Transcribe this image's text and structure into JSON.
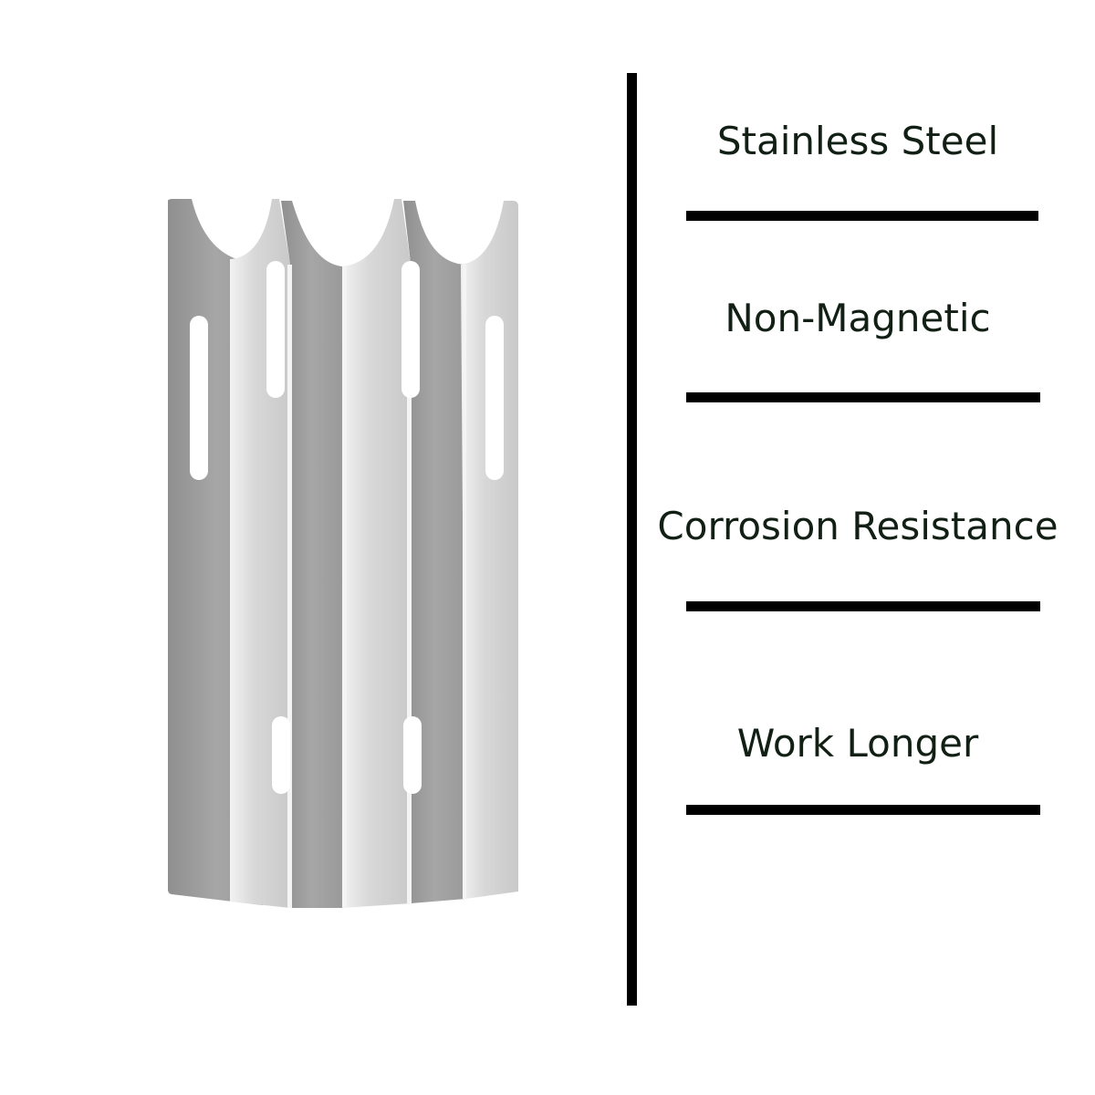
{
  "product": {
    "name_icon": "stainless-heat-plate-image",
    "colors": {
      "panel_dark": "#9b9b9b",
      "panel_light": "#dcdcdc",
      "edge": "#f4f4f4"
    }
  },
  "features": [
    {
      "label": "Stainless Steel"
    },
    {
      "label": "Non-Magnetic"
    },
    {
      "label": "Corrosion Resistance"
    },
    {
      "label": "Work Longer"
    }
  ],
  "colors": {
    "text": "#121f14",
    "rules": "#000000",
    "background": "#ffffff"
  }
}
